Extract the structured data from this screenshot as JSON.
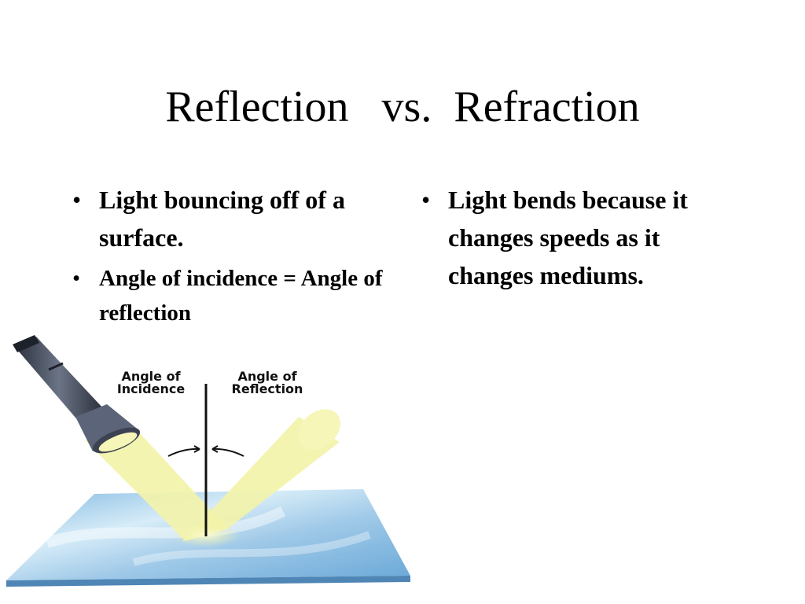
{
  "slide": {
    "title": "Reflection   vs.  Refraction"
  },
  "left_bullets": [
    {
      "text": "Light bouncing off of a surface."
    },
    {
      "text": "Angle of incidence = Angle of reflection"
    }
  ],
  "right_bullets": [
    {
      "text": "Light bends because it changes speeds as it changes mediums."
    }
  ],
  "diagram": {
    "label_incidence_line1": "Angle of",
    "label_incidence_line2": "Incidence",
    "label_reflection_line1": "Angle of",
    "label_reflection_line2": "Reflection",
    "icons": [
      "flashlight-icon"
    ],
    "colors": {
      "beam": "#f3f3a8",
      "surface": "#9fc9e8",
      "flashlight": "#4d5566"
    }
  }
}
